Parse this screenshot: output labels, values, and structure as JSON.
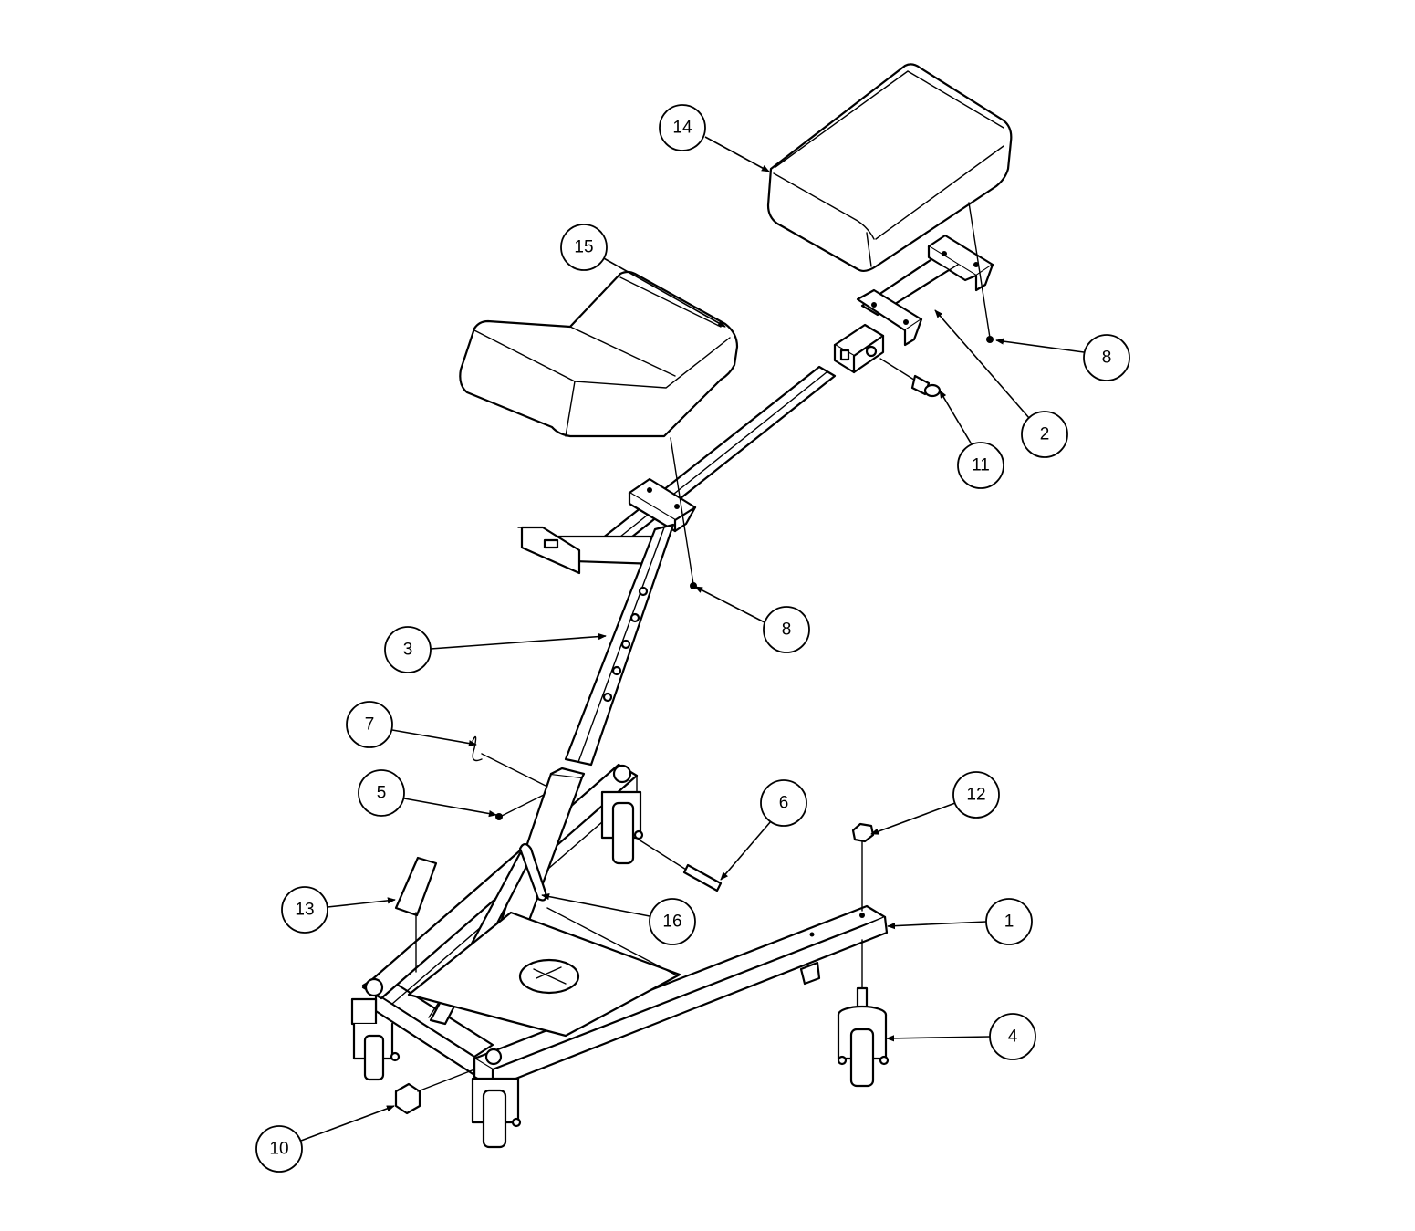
{
  "callouts": [
    {
      "id": "c14",
      "label": "14"
    },
    {
      "id": "c15",
      "label": "15"
    },
    {
      "id": "c8a",
      "label": "8"
    },
    {
      "id": "c2",
      "label": "2"
    },
    {
      "id": "c11",
      "label": "11"
    },
    {
      "id": "c8b",
      "label": "8"
    },
    {
      "id": "c3",
      "label": "3"
    },
    {
      "id": "c7",
      "label": "7"
    },
    {
      "id": "c5",
      "label": "5"
    },
    {
      "id": "c6",
      "label": "6"
    },
    {
      "id": "c12",
      "label": "12"
    },
    {
      "id": "c13",
      "label": "13"
    },
    {
      "id": "c16",
      "label": "16"
    },
    {
      "id": "c1",
      "label": "1"
    },
    {
      "id": "c4",
      "label": "4"
    },
    {
      "id": "c10",
      "label": "10"
    }
  ]
}
